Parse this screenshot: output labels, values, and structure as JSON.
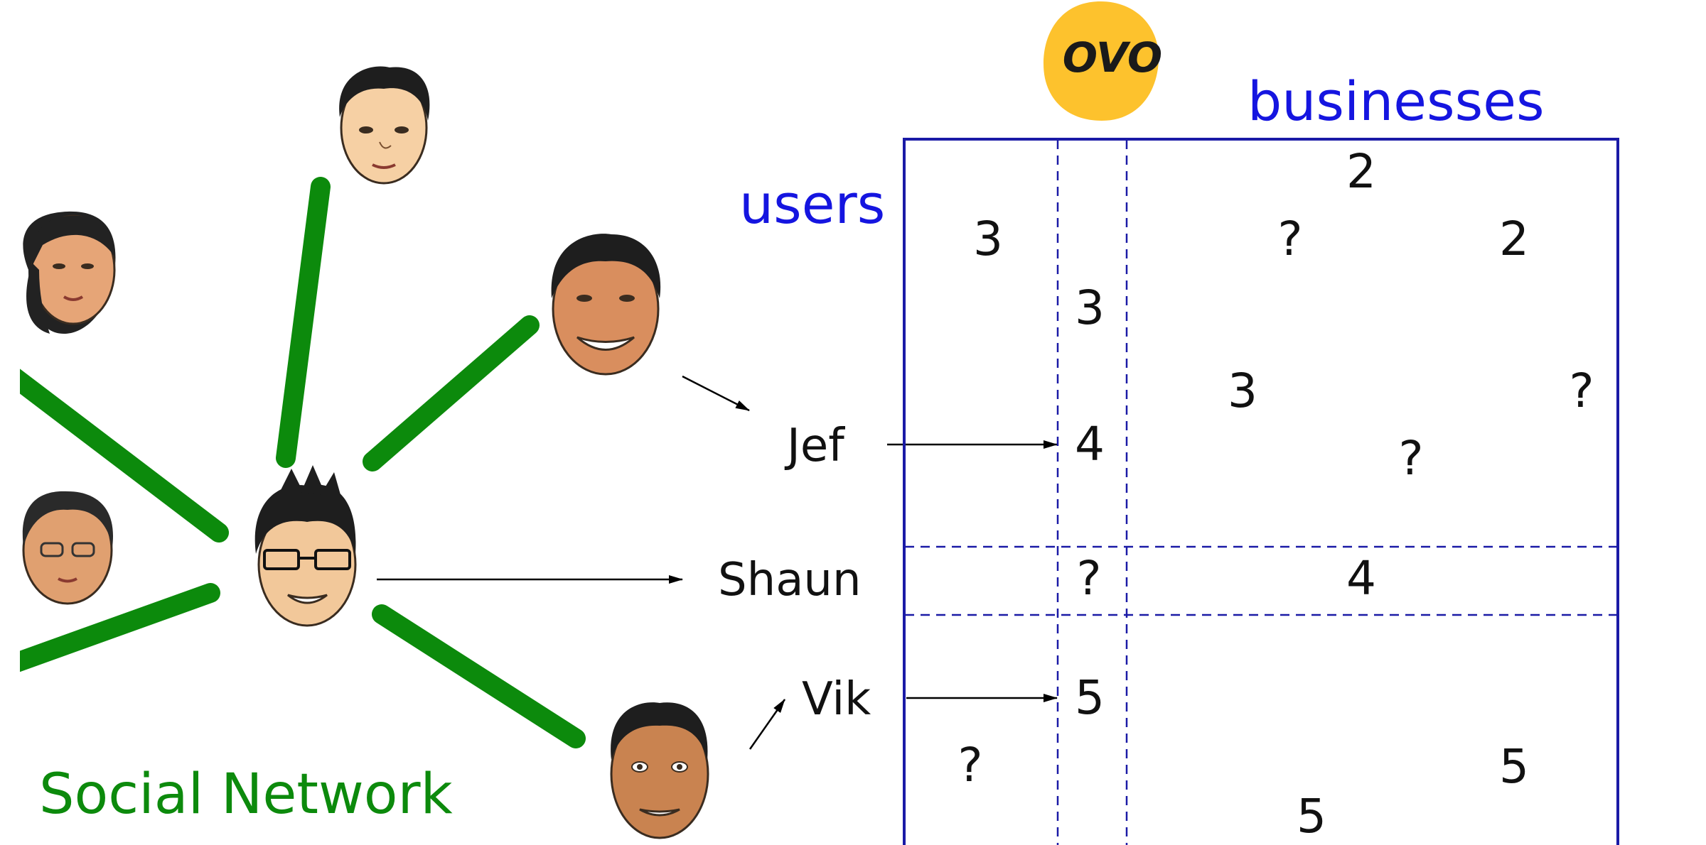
{
  "colors": {
    "network": "#0c8a0c",
    "matrix": "#1a1aa6",
    "header": "#1515e0",
    "logo": "#fdc22d"
  },
  "labels": {
    "social_network": "Social Network",
    "users": "users",
    "businesses": "businesses",
    "logo": "OVO"
  },
  "names": {
    "jef": "Jef",
    "shaun": "Shaun",
    "vik": "Vik"
  },
  "icons": [
    "face-top",
    "face-upper-left-woman",
    "face-right-smiling",
    "face-left-woman-glasses",
    "face-center-glasses",
    "face-bottom-right"
  ],
  "matrix_cells": {
    "c1": "2",
    "c2": "3",
    "c3": "?",
    "c4": "2",
    "c5": "3",
    "c6": "3",
    "c7": "?",
    "c8": "4",
    "c9": "?",
    "c10": "?",
    "c11": "4",
    "c12": "5",
    "c13": "?",
    "c14": "5",
    "c15": "5"
  }
}
